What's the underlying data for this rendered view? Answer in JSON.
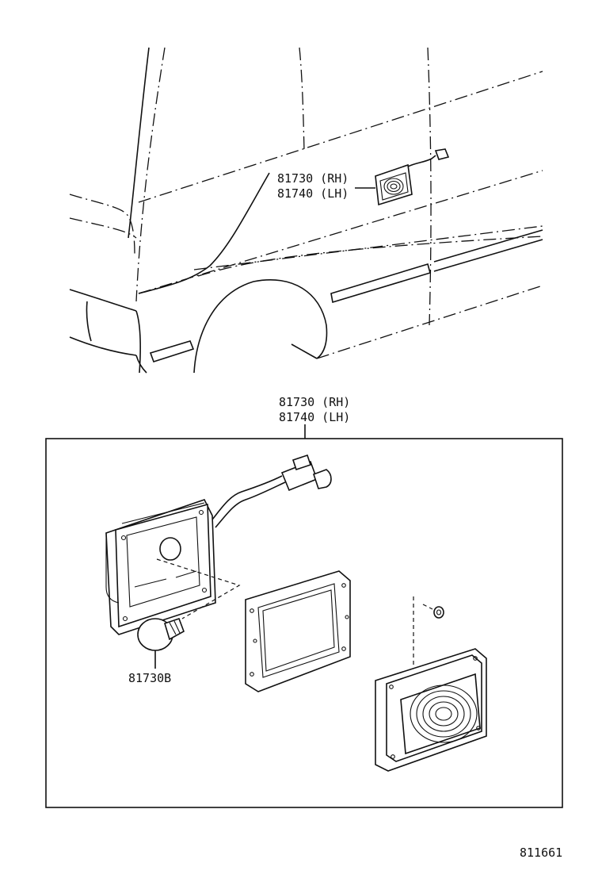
{
  "top_callout": {
    "line1": "81730 (RH)",
    "line2": "81740 (LH)"
  },
  "box_callout": {
    "line1": "81730 (RH)",
    "line2": "81740 (LH)"
  },
  "bulb_label": "81730B",
  "drawing_number": "811661"
}
